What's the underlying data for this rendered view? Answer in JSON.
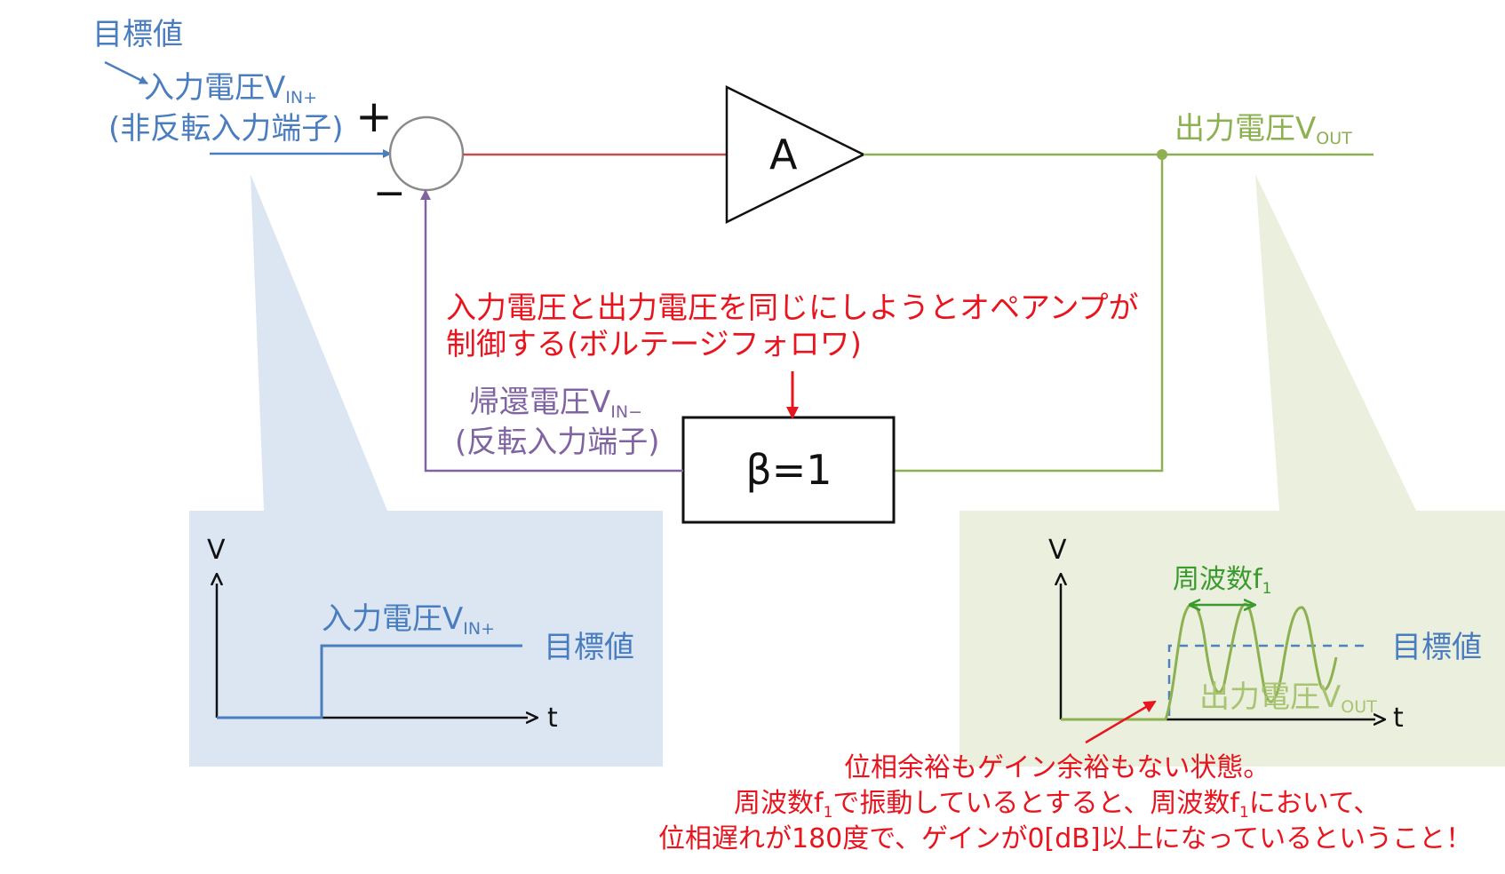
{
  "colors": {
    "blue": "#4a7dbf",
    "green": "#8db050",
    "purple": "#8064a2",
    "red": "#e8141e",
    "dark_red": "#c0504d",
    "panel_blue": "#dce6f2",
    "panel_green": "#ebf0de",
    "black": "#111111",
    "dashed_blue": "#4f81bd",
    "freq_green": "#3a9a2e"
  },
  "top": {
    "target_label": "目標値",
    "input_label": "入力電圧V",
    "input_sub": "IN+",
    "noninv_label": "(非反転入力端子)",
    "plus_sign": "+",
    "minus_sign": "−",
    "amp_label": "A",
    "output_label": "出力電圧V",
    "output_sub": "OUT",
    "feedback_label": "帰還電圧V",
    "feedback_sub": "IN−",
    "inv_label": "(反転入力端子)",
    "beta_label": "β=1",
    "control_line1": "入力電圧と出力電圧を同じにしようとオペアンプが",
    "control_line2": "制御する(ボルテージフォロワ)"
  },
  "left_panel": {
    "v_axis": "V",
    "t_axis": "t",
    "input_label": "入力電圧V",
    "input_sub": "IN+",
    "target_label": "目標値"
  },
  "right_panel": {
    "v_axis": "V",
    "t_axis": "t",
    "freq_label": "周波数f",
    "freq_sub": "1",
    "target_label": "目標値",
    "output_label": "出力電圧V",
    "output_sub": "OUT"
  },
  "note": {
    "line1": "位相余裕もゲイン余裕もない状態。",
    "line2_a": "周波数f",
    "line2_sub1": "1",
    "line2_b": "で振動しているとすると、周波数f",
    "line2_sub2": "1",
    "line2_c": "において、",
    "line3": "位相遅れが180度で、ゲインが0[dB]以上になっているということ！"
  }
}
